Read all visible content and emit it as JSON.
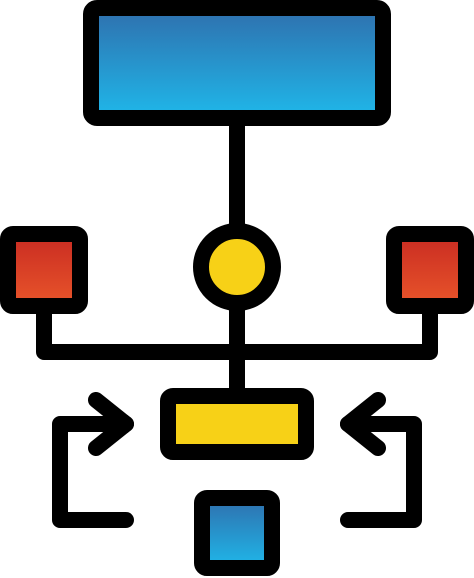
{
  "icon": {
    "name": "flowchart-structure-icon",
    "colors": {
      "outline": "#000000",
      "background": "#ffffff",
      "top_box_gradient": [
        "#2f6fad",
        "#1fb8ea"
      ],
      "side_box_gradient": [
        "#c92b22",
        "#e8552a"
      ],
      "bottom_box_gradient": [
        "#2f6fad",
        "#1fb8ea"
      ],
      "hub_circle_fill": "#f7d117",
      "process_bar_fill": "#f7d117"
    },
    "shapes": [
      "top-box",
      "hub-circle",
      "left-box",
      "right-box",
      "process-bar",
      "bottom-box",
      "left-loop-arrow",
      "right-loop-arrow"
    ]
  }
}
